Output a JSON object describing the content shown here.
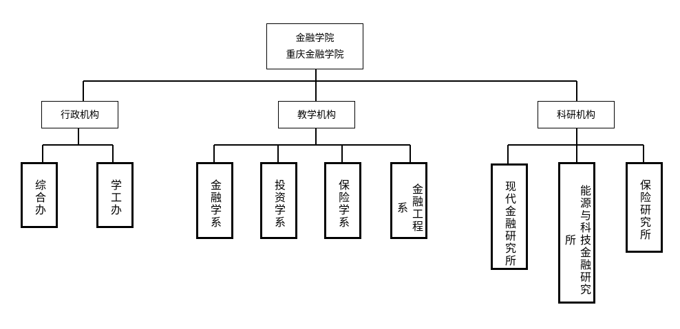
{
  "root": {
    "line1": "金融学院",
    "line2": "重庆金融学院"
  },
  "branches": [
    {
      "label": "行政机构",
      "units": [
        "综合办",
        "学工办"
      ]
    },
    {
      "label": "教学机构",
      "units": [
        "金融学系",
        "投资学系",
        "保险学系",
        "金融工程系"
      ]
    },
    {
      "label": "科研机构",
      "units": [
        "现代金融研究所",
        "能源与科技金融研究所",
        "保险研究所"
      ]
    }
  ],
  "colors": {
    "line": "#000000",
    "background": "#ffffff"
  }
}
